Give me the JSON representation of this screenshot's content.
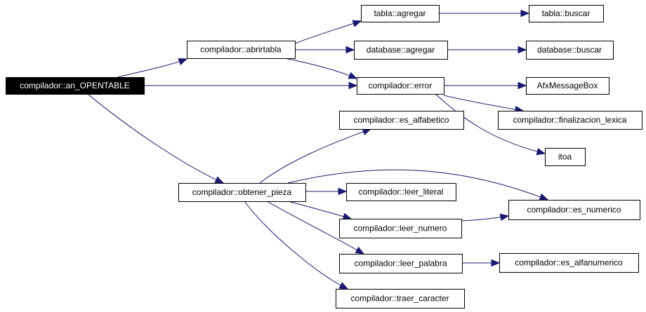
{
  "nodes": {
    "an_opentable": "compilador::an_OPENTABLE",
    "abrirtabla": "compilador::abrirtabla",
    "tabla_agregar": "tabla::agregar",
    "tabla_buscar": "tabla::buscar",
    "database_agregar": "database::agregar",
    "database_buscar": "database::buscar",
    "error": "compilador::error",
    "afxmessagebox": "AfxMessageBox",
    "finalizacion_lexica": "compilador::finalizacion_lexica",
    "itoa": "itoa",
    "es_alfabetico": "compilador::es_alfabetico",
    "obtener_pieza": "compilador::obtener_pieza",
    "leer_literal": "compilador::leer_literal",
    "es_numerico": "compilador::es_numerico",
    "leer_numero": "compilador::leer_numero",
    "leer_palabra": "compilador::leer_palabra",
    "es_alfanumerico": "compilador::es_alfanumerico",
    "traer_caracter": "compilador::traer_caracter"
  },
  "edges": [
    [
      "an_opentable",
      "abrirtabla"
    ],
    [
      "an_opentable",
      "error"
    ],
    [
      "an_opentable",
      "obtener_pieza"
    ],
    [
      "abrirtabla",
      "tabla_agregar"
    ],
    [
      "abrirtabla",
      "database_agregar"
    ],
    [
      "abrirtabla",
      "error"
    ],
    [
      "tabla_agregar",
      "tabla_buscar"
    ],
    [
      "database_agregar",
      "database_buscar"
    ],
    [
      "error",
      "afxmessagebox"
    ],
    [
      "error",
      "finalizacion_lexica"
    ],
    [
      "error",
      "itoa"
    ],
    [
      "obtener_pieza",
      "es_alfabetico"
    ],
    [
      "obtener_pieza",
      "leer_literal"
    ],
    [
      "obtener_pieza",
      "es_numerico"
    ],
    [
      "obtener_pieza",
      "leer_numero"
    ],
    [
      "obtener_pieza",
      "leer_palabra"
    ],
    [
      "obtener_pieza",
      "traer_caracter"
    ],
    [
      "leer_numero",
      "es_numerico"
    ],
    [
      "leer_palabra",
      "es_alfanumerico"
    ]
  ],
  "colors": {
    "edge": "#191970",
    "root_fill": "#000000",
    "root_text": "#ffffff",
    "node_fill": "#ffffff",
    "node_border": "#000000"
  }
}
